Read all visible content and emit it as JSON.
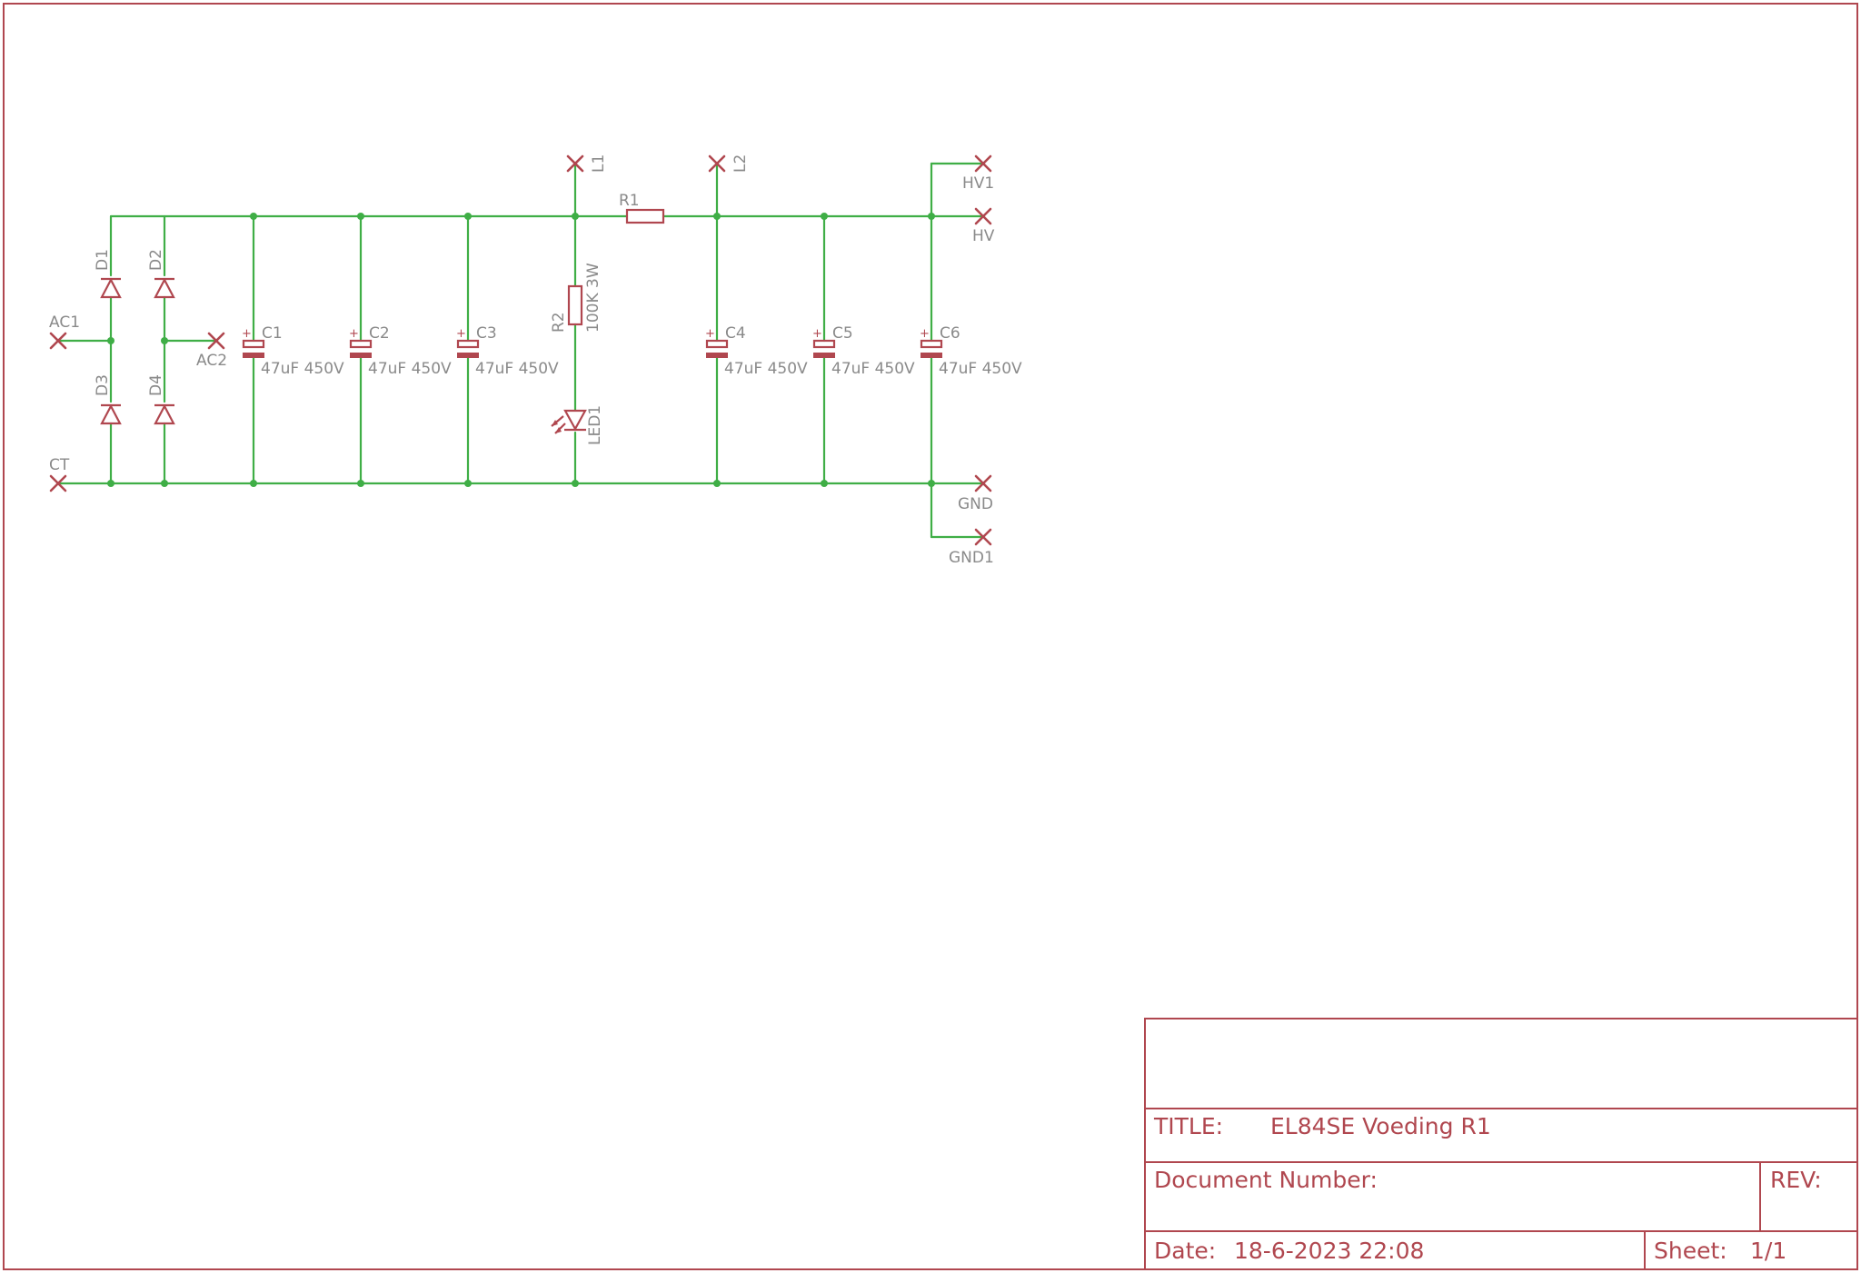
{
  "nets": {
    "ac1": "AC1",
    "ac2": "AC2",
    "ct": "CT",
    "l1": "L1",
    "l2": "L2",
    "hv1": "HV1",
    "hv": "HV",
    "gnd": "GND",
    "gnd1": "GND1"
  },
  "diodes": [
    "D1",
    "D2",
    "D3",
    "D4"
  ],
  "capacitors": [
    {
      "name": "C1",
      "value": "47uF 450V"
    },
    {
      "name": "C2",
      "value": "47uF 450V"
    },
    {
      "name": "C3",
      "value": "47uF 450V"
    },
    {
      "name": "C4",
      "value": "47uF 450V"
    },
    {
      "name": "C5",
      "value": "47uF 450V"
    },
    {
      "name": "C6",
      "value": "47uF 450V"
    }
  ],
  "capacitor_polarity": "+",
  "resistors": {
    "r1": {
      "name": "R1"
    },
    "r2": {
      "name": "R2",
      "value": "100K 3W"
    }
  },
  "led": {
    "name": "LED1"
  },
  "title_block": {
    "title_label": "TITLE:",
    "title": "EL84SE Voeding R1",
    "docnum_label": "Document Number:",
    "rev_label": "REV:",
    "date_label": "Date:",
    "date": "18-6-2023 22:08",
    "sheet_label": "Sheet:",
    "sheet": "1/1"
  },
  "colors": {
    "frame": "#b0474f",
    "wire": "#3fae46",
    "label": "#8a8a8a"
  }
}
